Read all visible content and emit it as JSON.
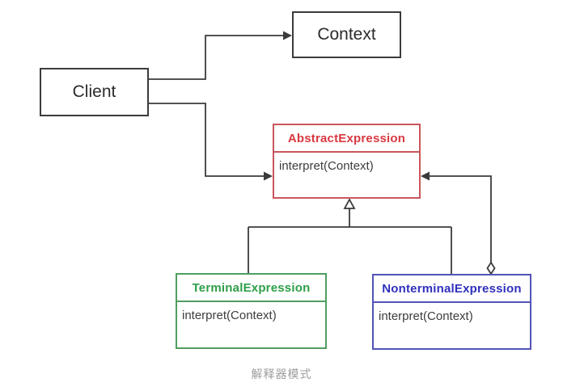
{
  "diagram": {
    "caption": "解释器模式",
    "nodes": {
      "client": {
        "label": "Client"
      },
      "context": {
        "label": "Context"
      },
      "abstract_expression": {
        "title": "AbstractExpression",
        "method": "interpret(Context)"
      },
      "terminal_expression": {
        "title": "TerminalExpression",
        "method": "interpret(Context)"
      },
      "nonterminal_expression": {
        "title": "NonterminalExpression",
        "method": "interpret(Context)"
      }
    },
    "relations": [
      {
        "from": "Client",
        "to": "Context",
        "type": "association-arrow"
      },
      {
        "from": "Client",
        "to": "AbstractExpression",
        "type": "association-arrow"
      },
      {
        "from": "TerminalExpression",
        "to": "AbstractExpression",
        "type": "generalization"
      },
      {
        "from": "NonterminalExpression",
        "to": "AbstractExpression",
        "type": "generalization"
      },
      {
        "from": "NonterminalExpression",
        "to": "AbstractExpression",
        "type": "aggregation-arrow"
      }
    ]
  },
  "colors": {
    "line": "#3b3b3b",
    "red_border": "#c9565c",
    "red_text": "#d93840",
    "green_border": "#4f9e5f",
    "green_text": "#2d9e48",
    "blue_border": "#5353b8",
    "blue_text": "#3030bd"
  }
}
